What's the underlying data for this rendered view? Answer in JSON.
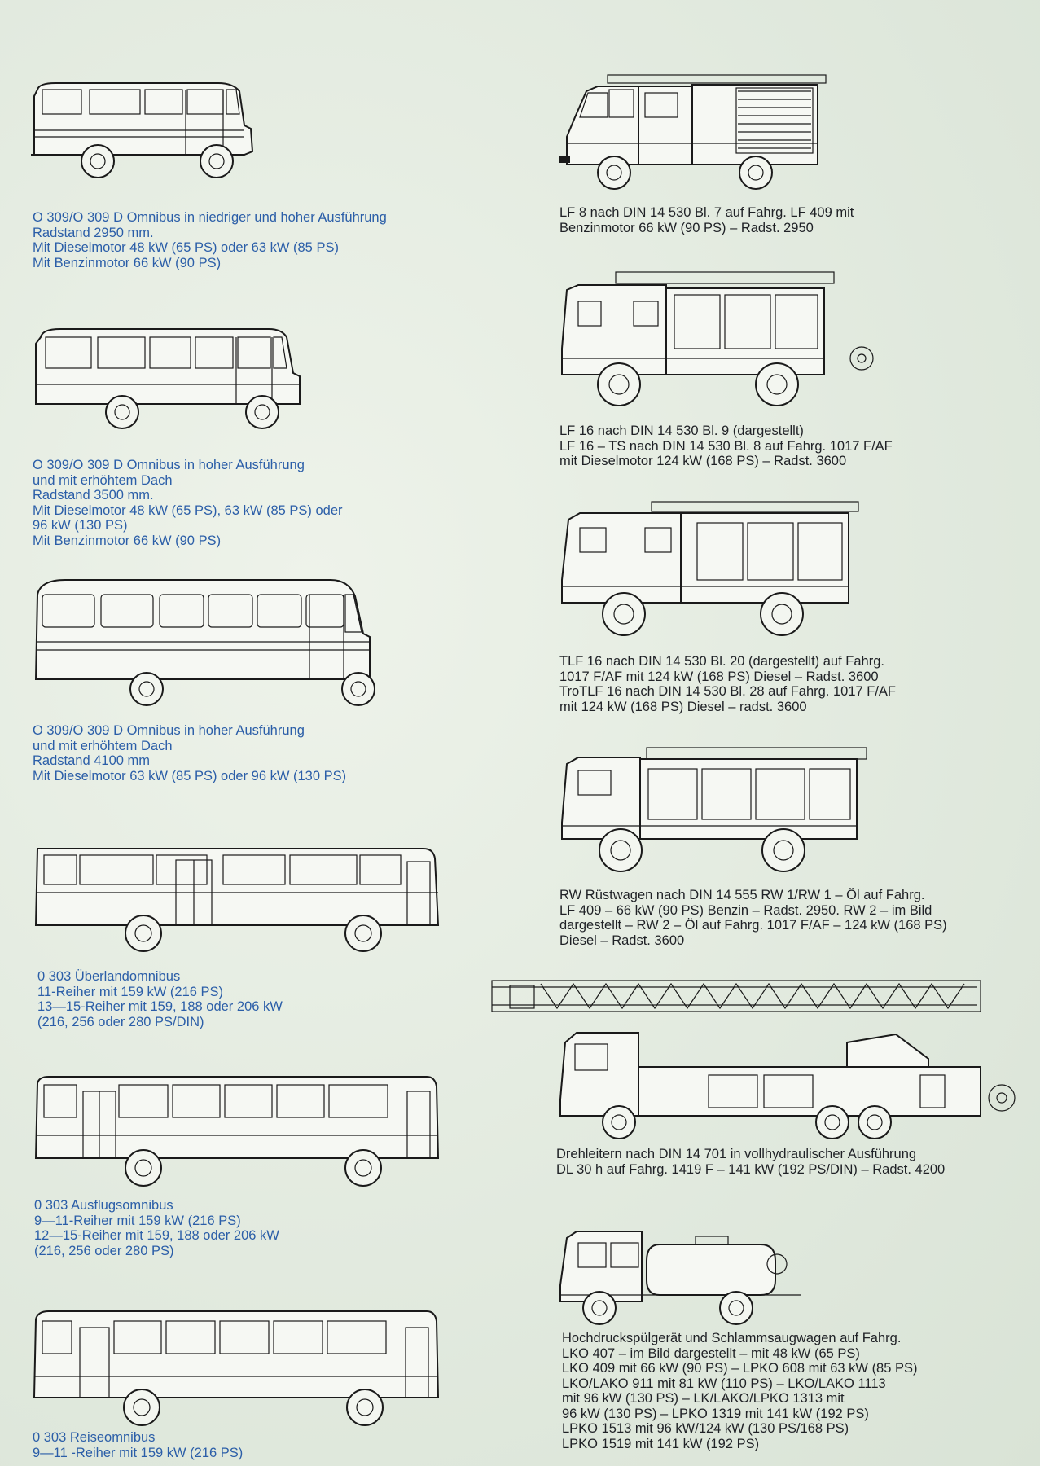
{
  "captions": {
    "c1": "O 309/O 309 D Omnibus in niedriger und hoher Ausführung\nRadstand 2950 mm.\nMit Dieselmotor 48 kW (65 PS) oder 63 kW (85 PS)\nMit Benzinmotor 66 kW (90 PS)",
    "c2": "O 309/O 309 D Omnibus in hoher Ausführung\nund mit erhöhtem Dach\nRadstand 3500 mm.\nMit Dieselmotor 48 kW (65 PS), 63 kW (85 PS) oder\n96 kW (130 PS)\nMit Benzinmotor 66 kW (90 PS)",
    "c3": "O 309/O 309 D Omnibus in hoher Ausführung\nund mit erhöhtem Dach\nRadstand 4100 mm\nMit Dieselmotor 63 kW (85 PS) oder 96 kW (130 PS)",
    "c4": "0 303 Überlandomnibus\n11-Reiher mit 159 kW (216 PS)\n13—15-Reiher mit 159, 188 oder 206 kW\n(216, 256 oder 280 PS/DIN)",
    "c5": "0 303 Ausflugsomnibus\n9—11-Reiher mit 159 kW (216 PS)\n12—15-Reiher mit 159, 188 oder 206 kW\n(216, 256 oder 280 PS)",
    "c6": "0 303 Reiseomnibus\n9—11 -Reiher mit 159 kW (216 PS)",
    "r1": "LF 8 nach DIN 14 530 Bl. 7 auf Fahrg. LF 409 mit\nBenzinmotor 66 kW (90 PS) – Radst. 2950",
    "r2": "LF 16 nach DIN 14 530 Bl. 9 (dargestellt)\nLF 16 – TS nach DIN 14 530 Bl. 8 auf Fahrg. 1017 F/AF\nmit Dieselmotor 124 kW (168 PS) – Radst. 3600",
    "r3": "TLF 16 nach DIN 14 530 Bl. 20 (dargestellt) auf Fahrg.\n1017 F/AF mit 124 kW (168 PS) Diesel – Radst. 3600\nTroTLF 16 nach DIN 14 530 Bl. 28 auf Fahrg. 1017 F/AF\nmit 124 kW (168 PS) Diesel – radst. 3600",
    "r4": "RW Rüstwagen nach DIN 14 555 RW 1/RW 1 – Öl auf Fahrg.\nLF 409  – 66 kW (90 PS) Benzin – Radst. 2950. RW 2 – im Bild\ndargestellt – RW 2 – Öl auf Fahrg. 1017 F/AF – 124 kW (168 PS)\nDiesel – Radst. 3600",
    "r5": "Drehleitern nach DIN 14 701 in vollhydraulischer Ausführung\nDL 30 h auf Fahrg. 1419 F – 141 kW (192 PS/DIN) – Radst. 4200",
    "r6": "Hochdruckspülgerät und Schlammsaugwagen auf Fahrg.\nLKO 407 – im Bild dargestellt – mit 48 kW (65 PS)\nLKO 409 mit 66 kW (90 PS) – LPKO 608 mit 63 kW (85 PS)\nLKO/LAKO 911 mit 81 kW (110 PS) – LKO/LAKO 1113\nmit 96 kW (130 PS) – LK/LAKO/LPKO 1313 mit\n96 kW (130 PS) – LPKO 1319 mit 141 kW (192 PS)\nLPKO 1513 mit 96 kW/124 kW (130 PS/168 PS)\nLPKO 1519 mit 141 kW (192 PS)"
  },
  "colors": {
    "caption_left": "#2b5ea8",
    "caption_right": "#1f2126",
    "paper": "#e3ebe0",
    "ink": "#1a1a1a"
  }
}
